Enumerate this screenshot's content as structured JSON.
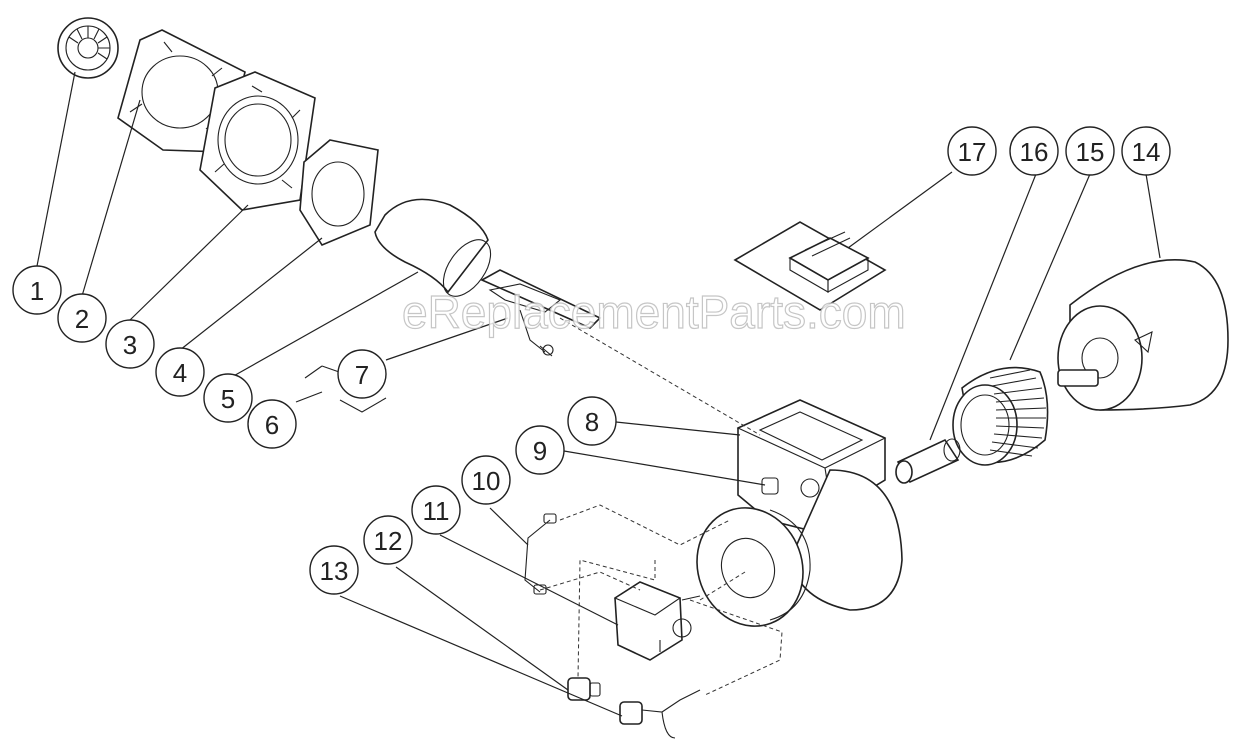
{
  "watermark": "eReplacementParts.com",
  "callouts": [
    "1",
    "2",
    "3",
    "4",
    "5",
    "6",
    "7",
    "8",
    "9",
    "10",
    "11",
    "12",
    "13",
    "14",
    "15",
    "16",
    "17"
  ]
}
